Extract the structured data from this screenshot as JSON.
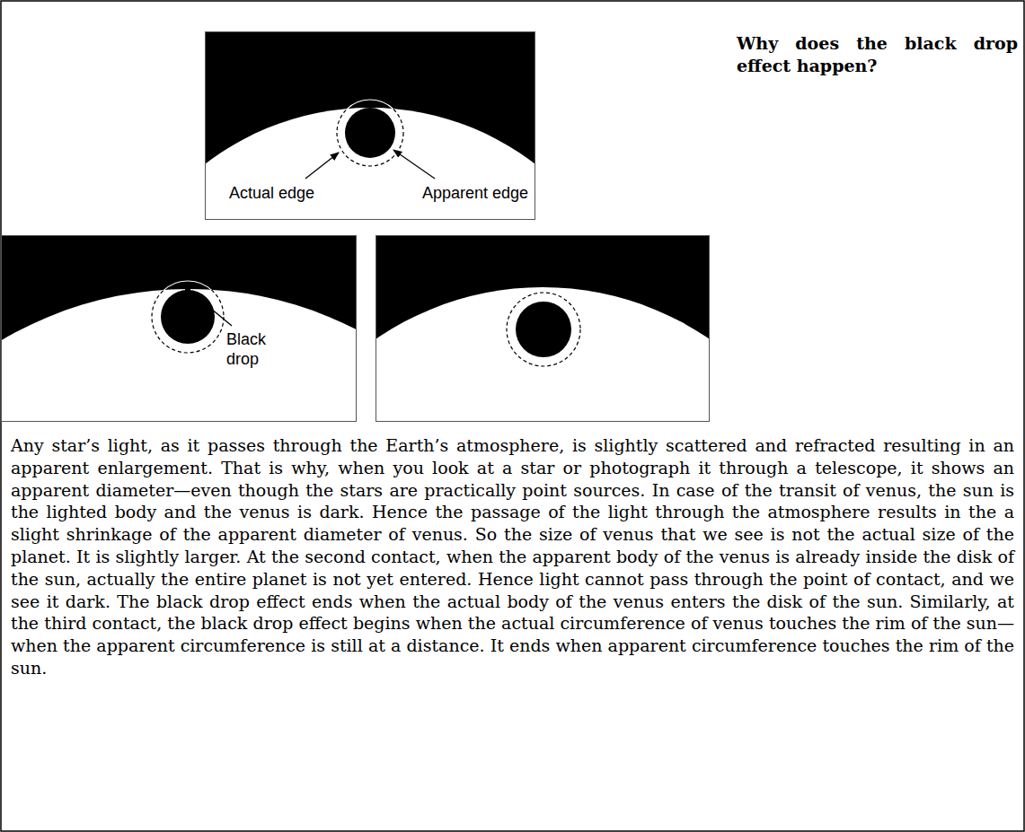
{
  "diagram": {
    "title": "Why does the black drop effect happen?",
    "labels": [
      "Actual edge",
      "Apparent edge",
      "Black drop",
      "Any star’s light, as it passes through the Earth’s atmosphere, is slightly scattered and refracted resulting in an apparent enlargement. That is why, when you look at a star or photograph it through a telescope, it shows an apparent diameter—even though the stars are practically point sources. In case of the transit of venus, the sun is the lighted body and the venus is dark. Hence the passage of the light through the atmosphere results in the a slight shrinkage of the apparent diameter of venus. So the size of venus that we see is not the actual size of the planet. It is slightly larger. At the second contact, when the apparent body of the venus is already inside the disk of the sun, actually the entire planet is not yet entered. Hence light cannot pass through the point of contact, and we see it dark. The black drop effect ends when the actual body of the venus enters the disk of the sun. Similarly, at the third contact, the black drop effect begins when the actual circumference of venus touches the rim of the sun—when the apparent circumference is still at a distance. It ends when apparent circumference touches the rim of the sun."
    ]
  }
}
